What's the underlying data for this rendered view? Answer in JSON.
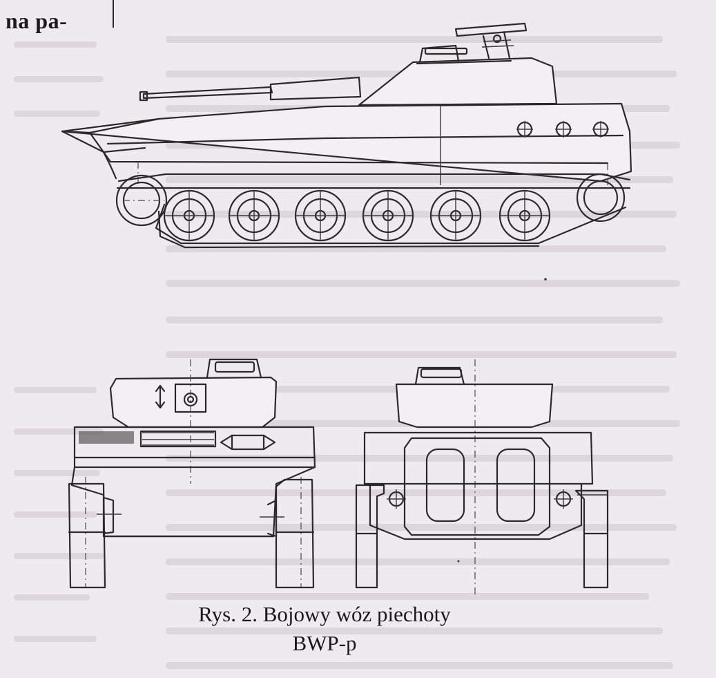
{
  "margin_text": "na pa-",
  "caption": {
    "line1": "Rys. 2. Bojowy wóz piechoty",
    "line2": "BWP-p"
  },
  "colors": {
    "paper": "#efeaee",
    "ink": "#2b292a",
    "ghost_text": "#d8d2d6"
  }
}
